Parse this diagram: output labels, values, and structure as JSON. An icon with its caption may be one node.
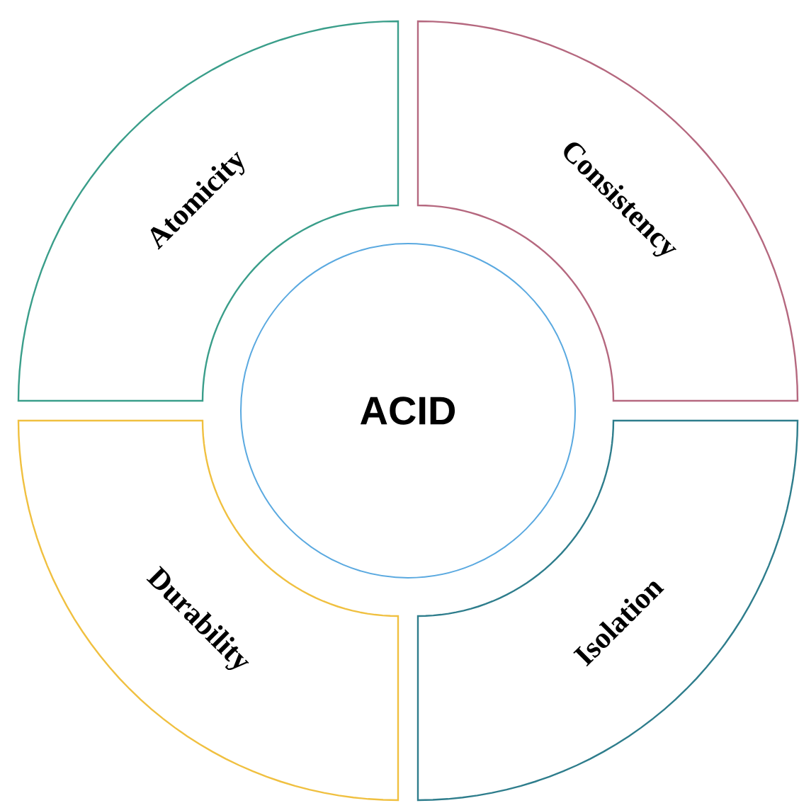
{
  "diagram": {
    "nodes": [
      {
        "text": [
          "Atomicity"
        ]
      },
      {
        "text": [
          "Consistency"
        ]
      },
      {
        "text": [
          "ACID"
        ]
      },
      {
        "text": [
          "Durability"
        ]
      },
      {
        "text": [
          "Isolation"
        ]
      }
    ]
  }
}
